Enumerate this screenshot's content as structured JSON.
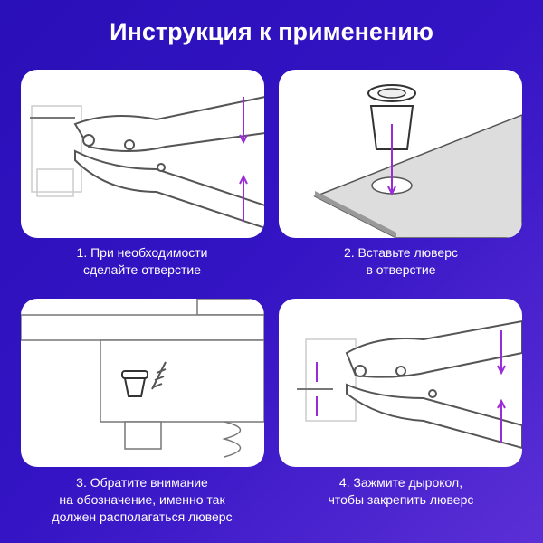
{
  "title": "Инструкция к применению",
  "steps": [
    {
      "caption_line1": "1. При необходимости",
      "caption_line2": "сделайте отверстие"
    },
    {
      "caption_line1": "2. Вставьте люверс",
      "caption_line2": "в отверстие"
    },
    {
      "caption_line1": "3. Обратите внимание",
      "caption_line2": "на обозначение, именно так",
      "caption_line3": "должен располагаться люверс"
    },
    {
      "caption_line1": "4. Зажмите дырокол,",
      "caption_line2": "чтобы закрепить  люверс"
    }
  ],
  "colors": {
    "accent": "#9a2bd8",
    "bg_start": "#2a10b8",
    "bg_end": "#5b2fd6"
  }
}
